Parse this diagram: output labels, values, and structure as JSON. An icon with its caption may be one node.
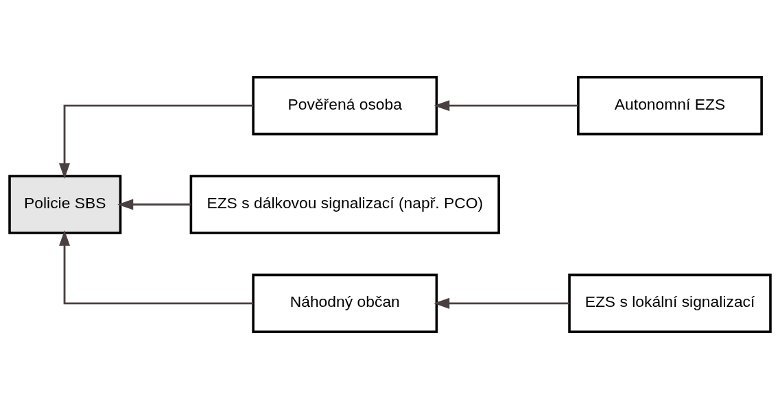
{
  "diagram": {
    "nodes": [
      {
        "text": [
          "Náhodný občan"
        ]
      },
      {
        "text": [
          "EZS s lokální signalizací"
        ]
      },
      {
        "text": [
          "Policie SBS"
        ]
      },
      {
        "text": [
          "Pověřená osoba"
        ]
      },
      {
        "text": [
          "Autonomní EZS"
        ]
      },
      {
        "text": [
          "EZS s dálkovou signalizací (např. PCO)"
        ]
      }
    ],
    "edges": [
      {
        "from": 1,
        "to": 0,
        "arrow": "to"
      },
      {
        "from": 0,
        "to": 2,
        "arrow": "to"
      },
      {
        "from": 4,
        "to": 3,
        "arrow": "to"
      },
      {
        "from": 3,
        "to": 2,
        "arrow": "to"
      },
      {
        "from": 5,
        "to": 2,
        "arrow": "to"
      }
    ]
  }
}
